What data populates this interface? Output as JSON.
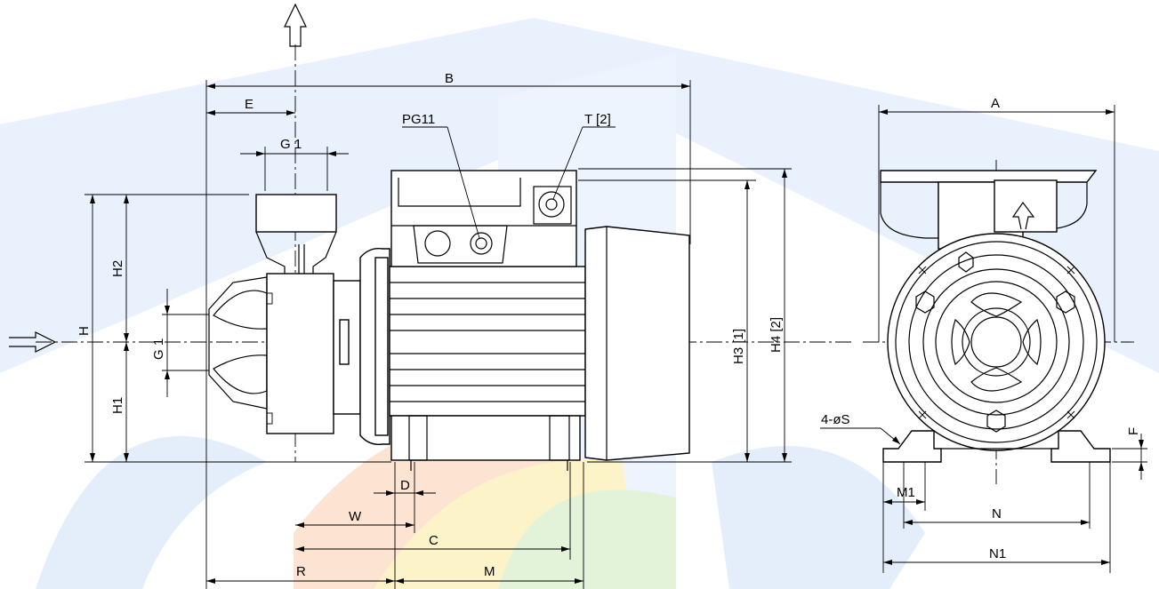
{
  "labels": {
    "B": "B",
    "E": "E",
    "G1_top": "G 1",
    "PG11": "PG11",
    "T2": "T [2]",
    "H": "H",
    "H1": "H1",
    "H2": "H2",
    "G1_left": "G 1",
    "H3": "H3 [1]",
    "H4": "H4 [2]",
    "D": "D",
    "W": "W",
    "C": "C",
    "R": "R",
    "M": "M",
    "A": "A",
    "S": "4-øS",
    "F": "F",
    "M1": "M1",
    "N": "N",
    "N1": "N1"
  },
  "colors": {
    "line": "#000000",
    "watermark_blue": "#e8f0fb",
    "watermark_orange": "#fde6d6",
    "watermark_yellow": "#fdf6cf",
    "watermark_green": "#e3f4dc"
  }
}
